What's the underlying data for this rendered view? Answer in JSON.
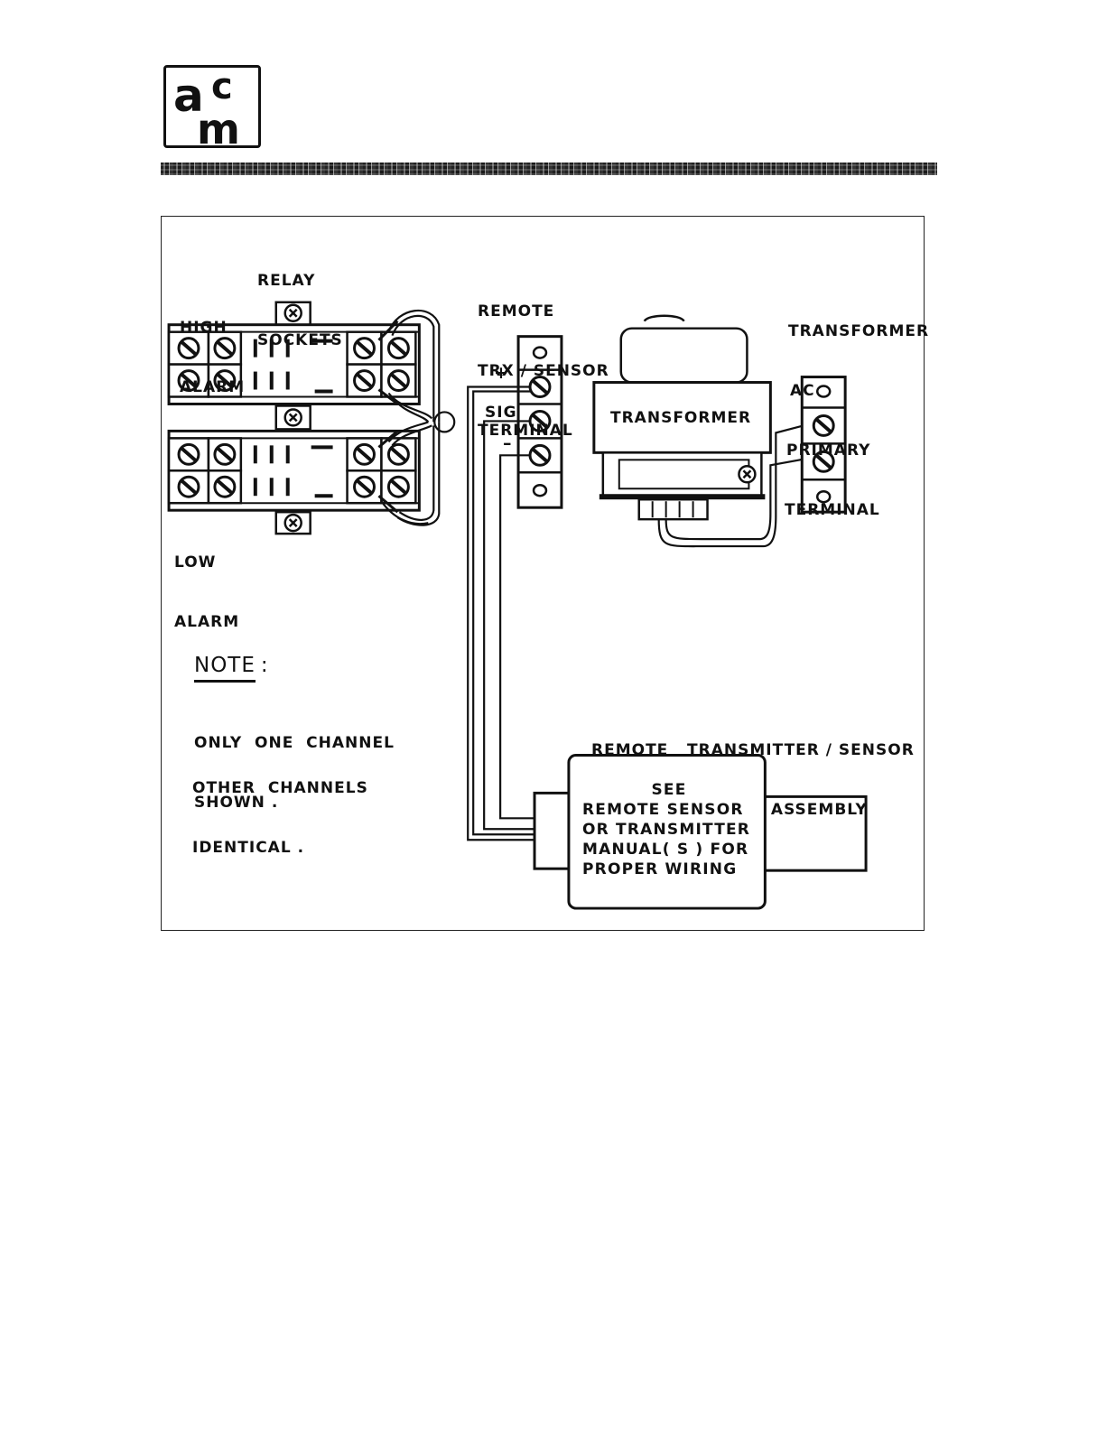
{
  "logo": {
    "letters_top": "ac",
    "letters_bottom": "m"
  },
  "diagram": {
    "relay_sockets": [
      "RELAY",
      "SOCKETS"
    ],
    "high_alarm": [
      "HIGH",
      "ALARM"
    ],
    "low_alarm": [
      "LOW",
      "ALARM"
    ],
    "remote_terminal": [
      "REMOTE",
      "TRX / SENSOR",
      "TERMINAL"
    ],
    "terminal_marks": {
      "plus": "+",
      "sig": "SIG",
      "minus": "–"
    },
    "transformer_label": "TRANSFORMER",
    "transformer_terminal": [
      "TRANSFORMER",
      "AC",
      "PRIMARY",
      "TERMINAL"
    ],
    "note": {
      "title": "NOTE",
      "colon": ":",
      "lines_a": [
        "ONLY  ONE  CHANNEL",
        "SHOWN ."
      ],
      "lines_b": [
        "OTHER  CHANNELS",
        "IDENTICAL ."
      ]
    },
    "remote_assembly": [
      "REMOTE   TRANSMITTER / SENSOR",
      "ASSEMBLY"
    ],
    "sensor_box": [
      "SEE",
      "REMOTE  SENSOR",
      "OR  TRANSMITTER",
      "MANUAL( S )  FOR",
      "PROPER  WIRING"
    ]
  }
}
